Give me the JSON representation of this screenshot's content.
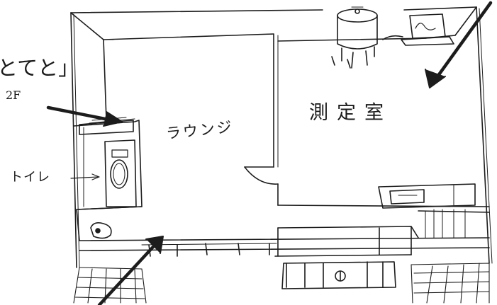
{
  "labels": {
    "cut_text": "とてと」",
    "floor": "2F",
    "lounge": "ラウンジ",
    "lab": "測定室",
    "toilet": "トイレ"
  },
  "colors": {
    "ink": "#1c1c1c",
    "paper": "#ffffff"
  }
}
